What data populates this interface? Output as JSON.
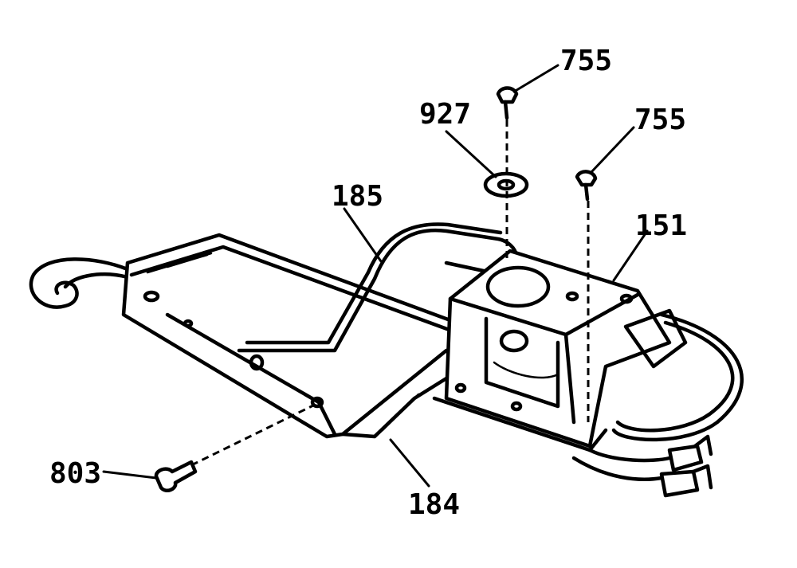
{
  "callouts": {
    "c755_top": "755",
    "c927": "927",
    "c755_right": "755",
    "c185": "185",
    "c151": "151",
    "c803": "803",
    "c184": "184"
  }
}
